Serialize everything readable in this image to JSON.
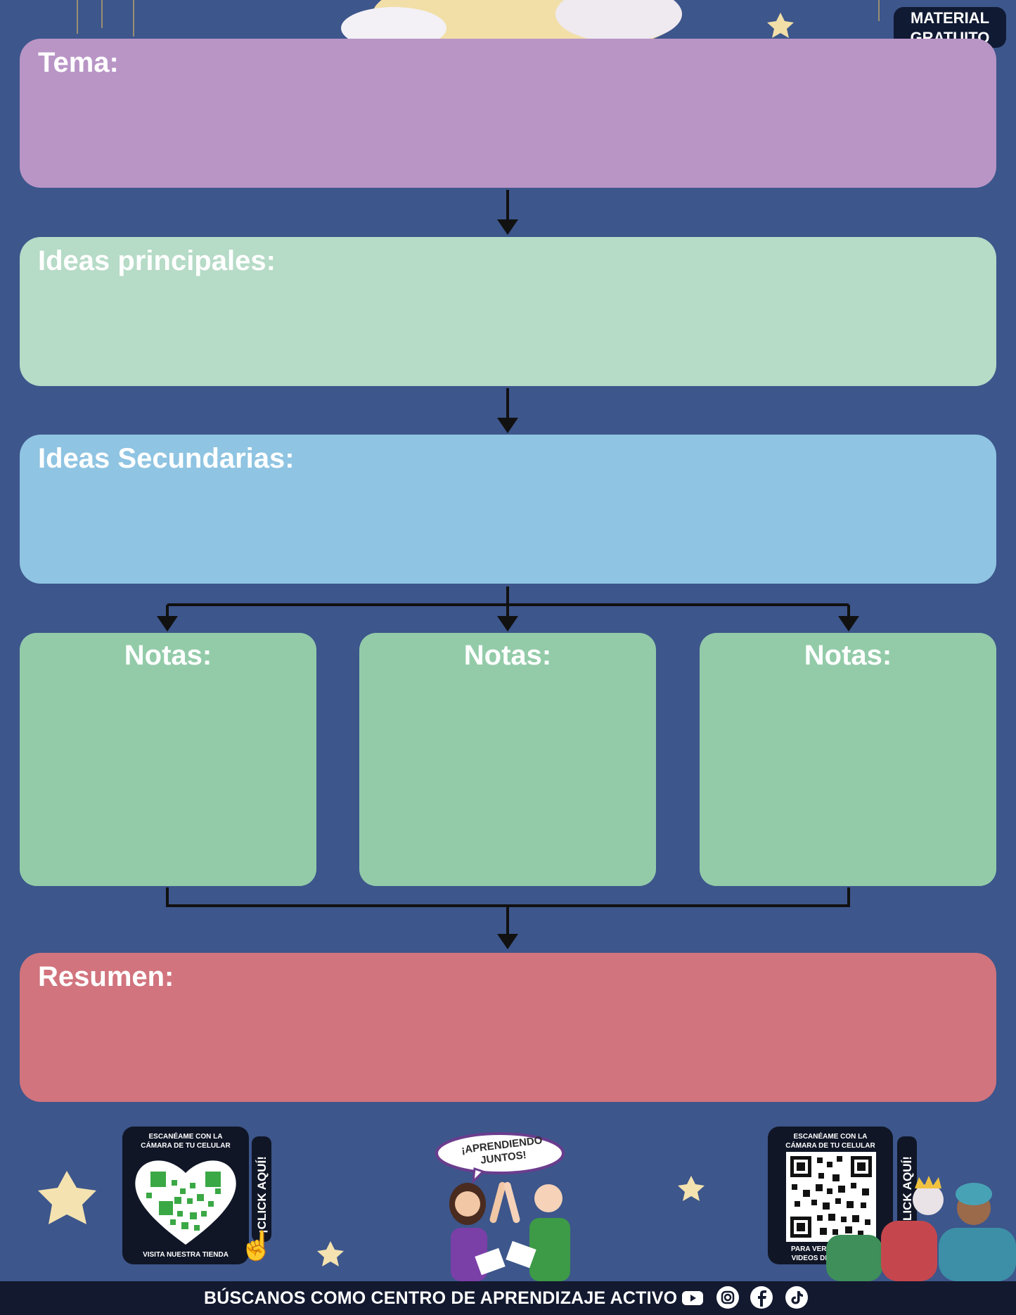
{
  "badge": {
    "line1": "MATERIAL",
    "line2": "GRATUITO"
  },
  "boxes": {
    "tema": "Tema:",
    "ideas_principales": "Ideas principales:",
    "ideas_secundarias": "Ideas Secundarias:",
    "notas": [
      "Notas:",
      "Notas:",
      "Notas:"
    ],
    "resumen": "Resumen:"
  },
  "qr_left": {
    "top_line1": "ESCANÉAME CON LA",
    "top_line2": "CÁMARA DE TU CELULAR",
    "bottom_line1": "VISITA NUESTRA TIENDA",
    "click": "¡CLICK AQUÍ!"
  },
  "qr_right": {
    "top_line1": "ESCANÉAME CON LA",
    "top_line2": "CÁMARA DE TU CELULAR",
    "bottom_line1": "PARA VER TODOS LOS",
    "bottom_line2": "VIDEOS DE LA SESIÓN",
    "click": "¡CLICK AQUÍ!"
  },
  "bubble": {
    "line1": "¡APRENDIENDO",
    "line2": "JUNTOS!"
  },
  "footer": {
    "text": "BÚSCANOS COMO CENTRO DE APRENDIZAJE ACTIVO",
    "icons": [
      "youtube-icon",
      "instagram-icon",
      "facebook-icon",
      "tiktok-icon"
    ]
  },
  "colors": {
    "background": "#3d568b",
    "tema": "#b995c6",
    "ideas_principales": "#b6dbc7",
    "ideas_secundarias": "#8fc4e2",
    "notas": "#93cba9",
    "resumen": "#d1747e",
    "footer": "#13192f"
  }
}
